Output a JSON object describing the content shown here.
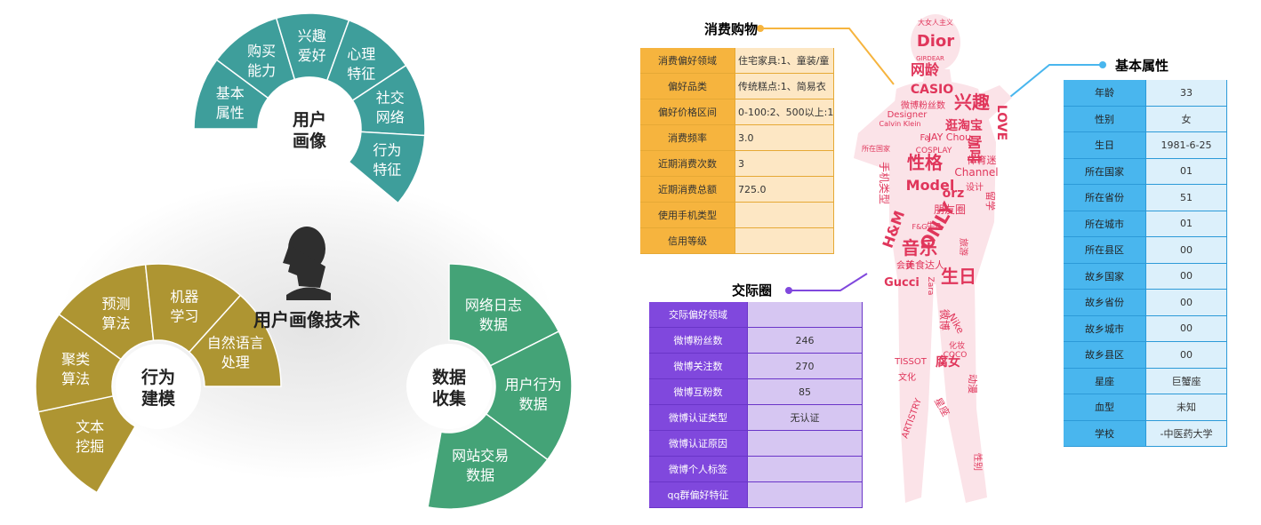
{
  "left_diagram": {
    "center_title": "用户画像技术",
    "portrait": {
      "hub": [
        "用户",
        "画像"
      ],
      "segments": [
        [
          "基本",
          "属性"
        ],
        [
          "购买",
          "能力"
        ],
        [
          "兴趣",
          "爱好"
        ],
        [
          "心理",
          "特征"
        ],
        [
          "社交",
          "网络"
        ],
        [
          "行为",
          "特征"
        ]
      ]
    },
    "modeling": {
      "hub": [
        "行为",
        "建模"
      ],
      "segments": [
        [
          "文本",
          "挖掘"
        ],
        [
          "聚类",
          "算法"
        ],
        [
          "预测",
          "算法"
        ],
        [
          "机器",
          "学习"
        ],
        [
          "自然语言",
          "处理"
        ]
      ]
    },
    "collection": {
      "hub": [
        "数据",
        "收集"
      ],
      "segments": [
        [
          "网络日志",
          "数据"
        ],
        [
          "用户行为",
          "数据"
        ],
        [
          "网站交易",
          "数据"
        ]
      ]
    },
    "colors": {
      "portrait": "#3e9e9b",
      "modeling": "#ae9532",
      "collection": "#44a377",
      "person": "#2e2e2e"
    }
  },
  "consumption": {
    "title": "消费购物",
    "color": "#f6b43e",
    "rows": [
      {
        "k": "消费偏好领域",
        "v": "住宅家具:1、童装/童"
      },
      {
        "k": "偏好品类",
        "v": "传统糕点:1、简易衣"
      },
      {
        "k": "偏好价格区间",
        "v": "0-100:2、500以上:1"
      },
      {
        "k": "消费频率",
        "v": "3.0"
      },
      {
        "k": "近期消费次数",
        "v": "3"
      },
      {
        "k": "近期消费总额",
        "v": "725.0"
      },
      {
        "k": "使用手机类型",
        "v": ""
      },
      {
        "k": "信用等级",
        "v": ""
      }
    ]
  },
  "social": {
    "title": "交际圈",
    "color": "#8048dd",
    "rows": [
      {
        "k": "交际偏好领域",
        "v": ""
      },
      {
        "k": "微博粉丝数",
        "v": "246"
      },
      {
        "k": "微博关注数",
        "v": "270"
      },
      {
        "k": "微博互粉数",
        "v": "85"
      },
      {
        "k": "微博认证类型",
        "v": "无认证"
      },
      {
        "k": "微博认证原因",
        "v": ""
      },
      {
        "k": "微博个人标签",
        "v": ""
      },
      {
        "k": "qq群偏好特征",
        "v": ""
      }
    ]
  },
  "basic": {
    "title": "基本属性",
    "color": "#49b6ee",
    "rows": [
      {
        "k": "年龄",
        "v": "33"
      },
      {
        "k": "性别",
        "v": "女"
      },
      {
        "k": "生日",
        "v": "1981-6-25"
      },
      {
        "k": "所在国家",
        "v": "01"
      },
      {
        "k": "所在省份",
        "v": "51"
      },
      {
        "k": "所在城市",
        "v": "01"
      },
      {
        "k": "所在县区",
        "v": "00"
      },
      {
        "k": "故乡国家",
        "v": "00"
      },
      {
        "k": "故乡省份",
        "v": "00"
      },
      {
        "k": "故乡城市",
        "v": "00"
      },
      {
        "k": "故乡县区",
        "v": "00"
      },
      {
        "k": "星座",
        "v": "巨蟹座"
      },
      {
        "k": "血型",
        "v": "未知"
      },
      {
        "k": "学校",
        "v": "-中医药大学"
      }
    ]
  },
  "word_cloud": {
    "color": "#e0365b",
    "words": [
      "大女人主义",
      "Dior",
      "GIRDEAR",
      "网龄",
      "CASIO",
      "兴趣",
      "LOVE",
      "Designer",
      "微博粉丝数",
      "逛淘宝",
      "Calvin Klein",
      "Fa",
      "JAY Chou",
      "咖啡",
      "COSPLAY",
      "体育迷",
      "所在国家",
      "性格",
      "Channel",
      "手机类型",
      "Model",
      "orz",
      "设计",
      "留学",
      "朋友圈",
      "ONLY",
      "旅游",
      "H&M",
      "F&G",
      "牛B",
      "音乐",
      "生日",
      "会计",
      "美食达人",
      "Gucci",
      "Zara",
      "微博",
      "Nike",
      "TISSOT",
      "文化",
      "腐女",
      "ARTISTRY",
      "动漫",
      "COCO",
      "化妆",
      "性别",
      "星座"
    ]
  }
}
